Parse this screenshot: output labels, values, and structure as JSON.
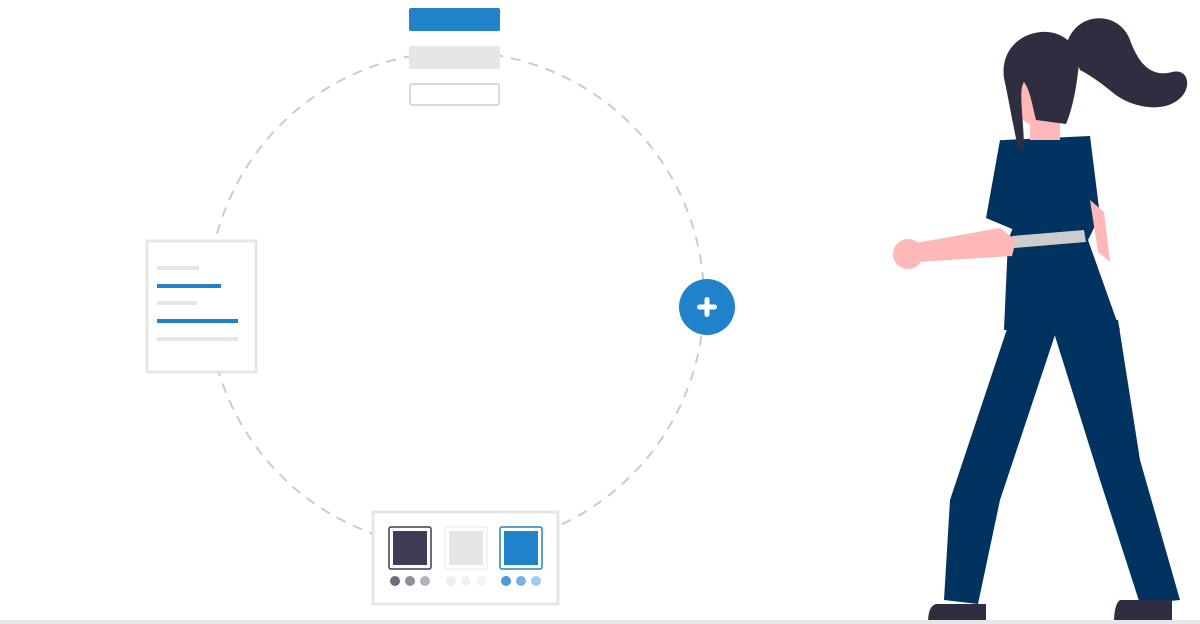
{
  "colors": {
    "primary_blue": "#2182cc",
    "light_gray": "#e6e6e6",
    "mid_gray": "#d9d9d9",
    "ring_dash": "#cccccc",
    "navy": "#00335f",
    "dark": "#2f2e41",
    "skin": "#ffb8b8",
    "swatch_dark": "#3f3d56",
    "swatch_light": "#e6e6e6",
    "swatch_blue": "#2182cc"
  },
  "icons": {
    "add": "plus-icon"
  },
  "swatches": [
    {
      "name": "dark",
      "color": "#3f3d56",
      "dots": [
        "#6c6a7d",
        "#8f8d9e",
        "#b3b1bd"
      ]
    },
    {
      "name": "light",
      "color": "#e6e6e6",
      "dots": [
        "#eeeeee",
        "#f1f1f1",
        "#f4f4f4"
      ]
    },
    {
      "name": "blue",
      "color": "#2182cc",
      "dots": [
        "#4a9bd8",
        "#74b3e3",
        "#9ecbee"
      ]
    }
  ]
}
